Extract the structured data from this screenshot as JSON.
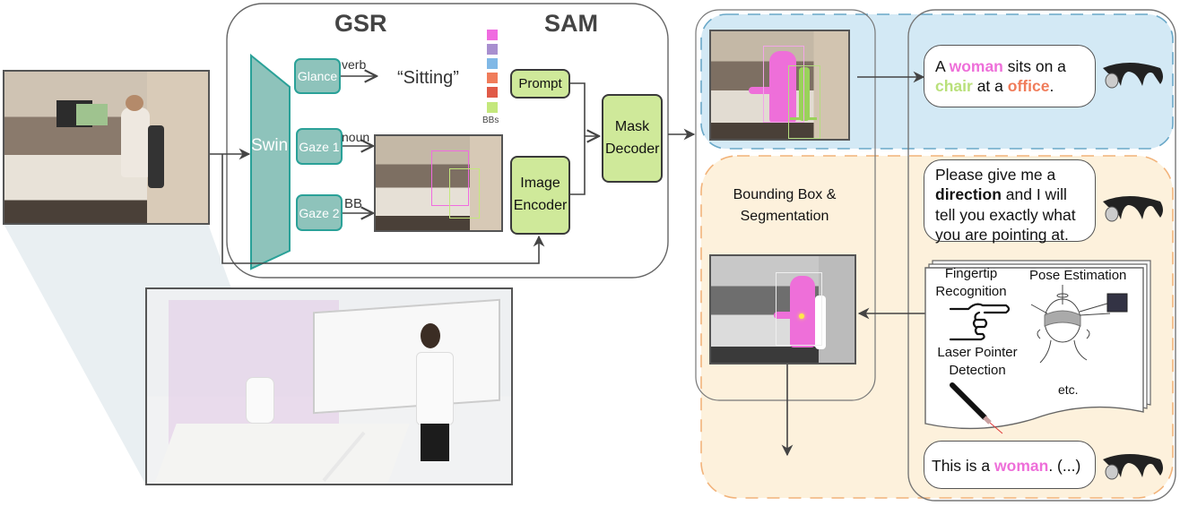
{
  "gsr": {
    "title": "GSR",
    "swin_label": "Swin",
    "glance_label": "Glance",
    "gaze1_label": "Gaze 1",
    "gaze2_label": "Gaze 2",
    "verb_label": "verb",
    "noun_label": "noun",
    "bb_label": "BB",
    "verb_output": "“Sitting”",
    "bbs_legend_label": "BBs",
    "bbs_colors": [
      "#f06be0",
      "#a88fcf",
      "#80b8e6",
      "#f07c5a",
      "#e05a48",
      "#c4e87c"
    ]
  },
  "sam": {
    "title": "SAM",
    "prompt_label": "Prompt",
    "image_encoder_label": "Image Encoder",
    "mask_decoder_label": "Mask Decoder"
  },
  "right": {
    "caption_bubble": {
      "p1": "A ",
      "w1": "woman",
      "p2": " sits on a ",
      "w2": "chair",
      "p3": " at a ",
      "w3": "office",
      "p4": "."
    },
    "bbseg_label": "Bounding Box & Segmentation",
    "direction_bubble": {
      "p1": "Please give me a ",
      "bold": "direction",
      "p2": " and I will tell you exactly what you are pointing at."
    },
    "methods": {
      "fingertip": "Fingertip Recognition",
      "pose": "Pose Estimation",
      "laser": "Laser Pointer Detection",
      "etc": "etc."
    },
    "answer_bubble": {
      "p1": "This is a ",
      "w1": "woman",
      "p2": ". (...)"
    }
  },
  "colors": {
    "woman": "#ee6fd9",
    "chair": "#b9e07a",
    "office": "#f07c5a",
    "teal": "#2aa198",
    "sam_green": "#cfe99a",
    "blue_panel": "#d3e9f5",
    "orange_panel": "#fdf1dc"
  }
}
